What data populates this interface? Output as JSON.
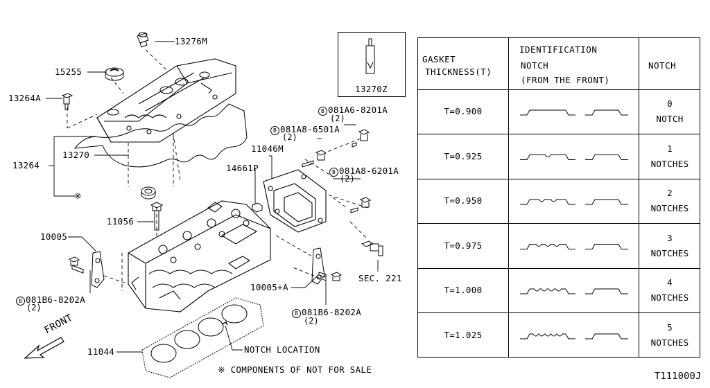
{
  "parts": {
    "p13276M": "13276M",
    "p15255": "15255",
    "p13264A": "13264A",
    "p13270": "13270",
    "p13264": "13264",
    "p11056": "11056",
    "p10005": "10005",
    "b_081B6_8202A_left": "081B6-8202A",
    "b_081B6_8202A_left_qty": "(2)",
    "p11044": "11044",
    "notch_location": "NOTCH LOCATION",
    "not_for_sale_note": "COMPONENTS OF NOT FOR SALE",
    "asterisk": "※",
    "front": "FRONT",
    "b_081A6_8201A": "081A6-8201A",
    "b_081A6_8201A_qty": "(2)",
    "b_081A8_6501A": "081A8-6501A",
    "b_081A8_6501A_qty": "(2)",
    "p11046M": "11046M",
    "b_081A8_6201A": "081A8-6201A",
    "b_081A8_6201A_qty": "(2)",
    "p14661P": "14661P",
    "p10005A": "10005+A",
    "sec221": "SEC. 221",
    "b_081B6_8202A_right": "081B6-8202A",
    "b_081B6_8202A_right_qty": "(2)",
    "inset_part": "13270Z",
    "b_letter": "B"
  },
  "table": {
    "headers": {
      "gasket_line1": "GASKET",
      "gasket_line2": "THICKNESS(T)",
      "ident_line1": "IDENTIFICATION",
      "ident_line2": "NOTCH",
      "ident_line3": "(FROM THE FRONT)",
      "notch": "NOTCH"
    },
    "rows": [
      {
        "thickness": "T=0.900",
        "notch_count": "0",
        "notch_word": "NOTCH",
        "notches": 0
      },
      {
        "thickness": "T=0.925",
        "notch_count": "1",
        "notch_word": "NOTCHES",
        "notches": 1
      },
      {
        "thickness": "T=0.950",
        "notch_count": "2",
        "notch_word": "NOTCHES",
        "notches": 2
      },
      {
        "thickness": "T=0.975",
        "notch_count": "3",
        "notch_word": "NOTCHES",
        "notches": 3
      },
      {
        "thickness": "T=1.000",
        "notch_count": "4",
        "notch_word": "NOTCHES",
        "notches": 4
      },
      {
        "thickness": "T=1.025",
        "notch_count": "5",
        "notch_word": "NOTCHES",
        "notches": 5
      }
    ]
  },
  "diagram_id": "T111000J"
}
